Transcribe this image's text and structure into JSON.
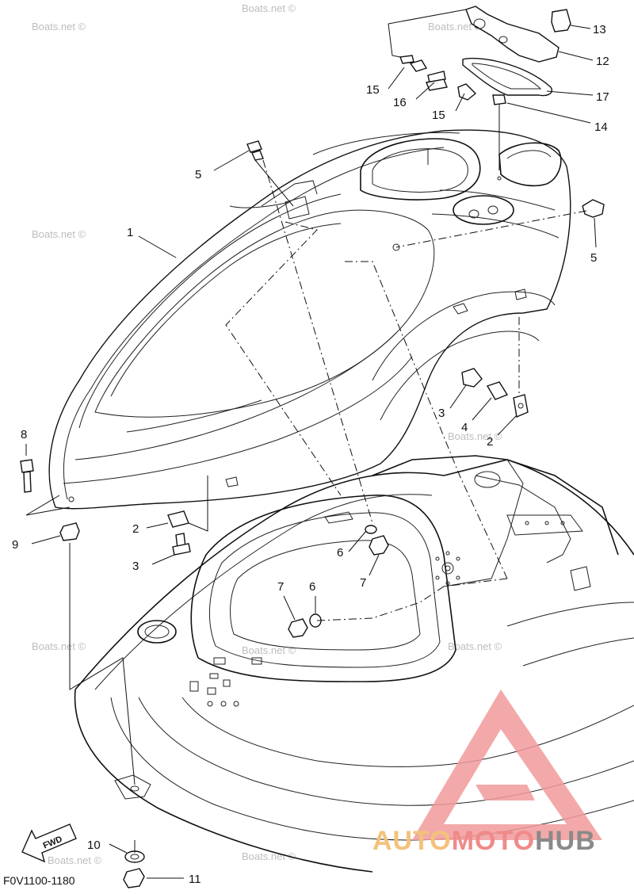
{
  "diagram": {
    "code": "F0V1100-1180",
    "fwd_label": "FWD",
    "watermark": "Boats.net ©",
    "logo": {
      "part1": "AUTO",
      "part2": "MOTO",
      "part3": "HUB",
      "color_triangle": "#f19a9a",
      "color_auto": "#f3c27a",
      "color_moto": "#f08a8a",
      "color_hub": "#8a8a8a"
    },
    "callouts": [
      {
        "id": "c13",
        "text": "13"
      },
      {
        "id": "c12",
        "text": "12"
      },
      {
        "id": "c17",
        "text": "17"
      },
      {
        "id": "c15a",
        "text": "15"
      },
      {
        "id": "c16",
        "text": "16"
      },
      {
        "id": "c15b",
        "text": "15"
      },
      {
        "id": "c14",
        "text": "14"
      },
      {
        "id": "c5a",
        "text": "5"
      },
      {
        "id": "c5b",
        "text": "5"
      },
      {
        "id": "c1",
        "text": "1"
      },
      {
        "id": "c3a",
        "text": "3"
      },
      {
        "id": "c4",
        "text": "4"
      },
      {
        "id": "c2a",
        "text": "2"
      },
      {
        "id": "c8",
        "text": "8"
      },
      {
        "id": "c2b",
        "text": "2"
      },
      {
        "id": "c3b",
        "text": "3"
      },
      {
        "id": "c9",
        "text": "9"
      },
      {
        "id": "c6a",
        "text": "6"
      },
      {
        "id": "c7a",
        "text": "7"
      },
      {
        "id": "c7b",
        "text": "7"
      },
      {
        "id": "c6b",
        "text": "6"
      },
      {
        "id": "c10",
        "text": "10"
      },
      {
        "id": "c11",
        "text": "11"
      }
    ]
  }
}
